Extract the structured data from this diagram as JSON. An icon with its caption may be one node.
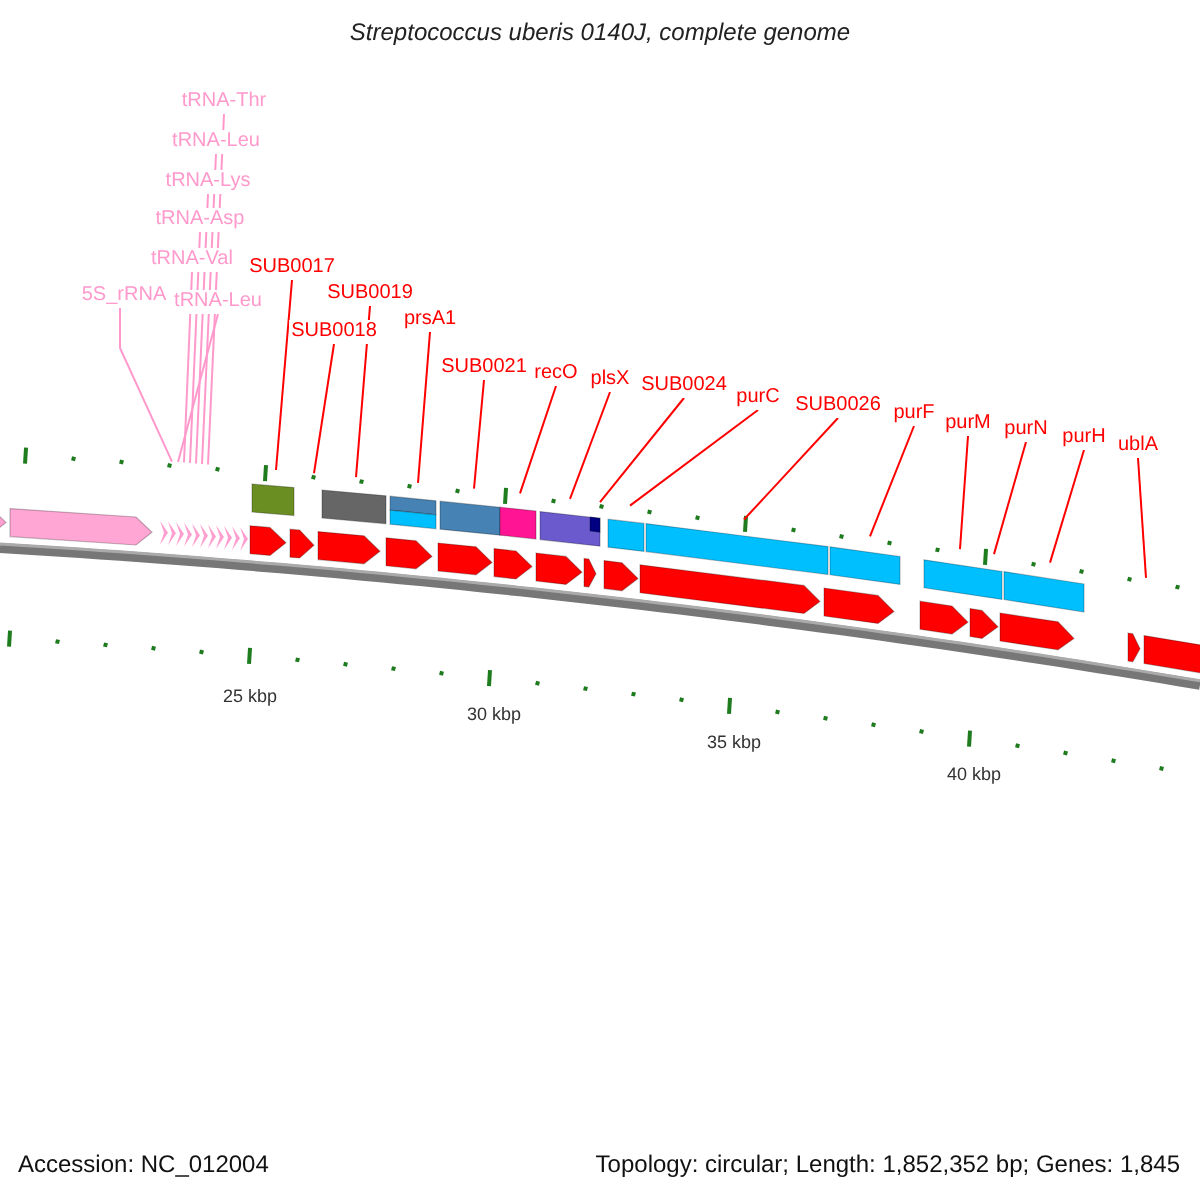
{
  "diagram": {
    "title": "Streptococcus uberis 0140J, complete genome",
    "nodes": [
      {
        "text": [
          "tRNA-Thr"
        ]
      },
      {
        "text": [
          "tRNA-Leu"
        ]
      },
      {
        "text": [
          "tRNA-Lys"
        ]
      },
      {
        "text": [
          "tRNA-Asp"
        ]
      },
      {
        "text": [
          "tRNA-Val"
        ]
      },
      {
        "text": [
          "5S_rRNA"
        ]
      },
      {
        "text": [
          "tRNA-Leu"
        ]
      },
      {
        "text": [
          "SUB0017"
        ]
      },
      {
        "text": [
          "SUB0019"
        ]
      },
      {
        "text": [
          "SUB0018"
        ]
      },
      {
        "text": [
          "prsA1"
        ]
      },
      {
        "text": [
          "SUB0021"
        ]
      },
      {
        "text": [
          "recO"
        ]
      },
      {
        "text": [
          "plsX"
        ]
      },
      {
        "text": [
          "SUB0024"
        ]
      },
      {
        "text": [
          "purC"
        ]
      },
      {
        "text": [
          "SUB0026"
        ]
      },
      {
        "text": [
          "purF"
        ]
      },
      {
        "text": [
          "purM"
        ]
      },
      {
        "text": [
          "purN"
        ]
      },
      {
        "text": [
          "purH"
        ]
      },
      {
        "text": [
          "ublA"
        ]
      }
    ],
    "edges": [
      {
        "from": 0,
        "to": null,
        "arrow": "none",
        "color": "#ff99cc"
      },
      {
        "from": 1,
        "to": null,
        "arrow": "none",
        "color": "#ff99cc"
      },
      {
        "from": 2,
        "to": null,
        "arrow": "none",
        "color": "#ff99cc"
      },
      {
        "from": 3,
        "to": null,
        "arrow": "none",
        "color": "#ff99cc"
      },
      {
        "from": 4,
        "to": null,
        "arrow": "none",
        "color": "#ff99cc"
      },
      {
        "from": 5,
        "to": null,
        "arrow": "none",
        "color": "#ff99cc"
      },
      {
        "from": 6,
        "to": null,
        "arrow": "none",
        "color": "#ff99cc"
      },
      {
        "from": 7,
        "to": null,
        "arrow": "none"
      },
      {
        "from": 8,
        "to": null,
        "arrow": "none"
      },
      {
        "from": 9,
        "to": null,
        "arrow": "none"
      },
      {
        "from": 10,
        "to": null,
        "arrow": "none"
      },
      {
        "from": 11,
        "to": null,
        "arrow": "none"
      },
      {
        "from": 12,
        "to": null,
        "arrow": "none"
      },
      {
        "from": 13,
        "to": null,
        "arrow": "none"
      },
      {
        "from": 14,
        "to": null,
        "arrow": "none"
      },
      {
        "from": 15,
        "to": null,
        "arrow": "none"
      },
      {
        "from": 16,
        "to": null,
        "arrow": "none"
      },
      {
        "from": 17,
        "to": null,
        "arrow": "none"
      },
      {
        "from": 18,
        "to": null,
        "arrow": "none"
      },
      {
        "from": 19,
        "to": null,
        "arrow": "none"
      },
      {
        "from": 20,
        "to": null,
        "arrow": "none"
      },
      {
        "from": 21,
        "to": null,
        "arrow": "none"
      }
    ],
    "labels": [
      "25 kbp",
      "30 kbp",
      "35 kbp",
      "40 kbp",
      "Accession: NC_012004",
      "Topology: circular; Length: 1,852,352 bp; Genes: 1,845"
    ]
  }
}
